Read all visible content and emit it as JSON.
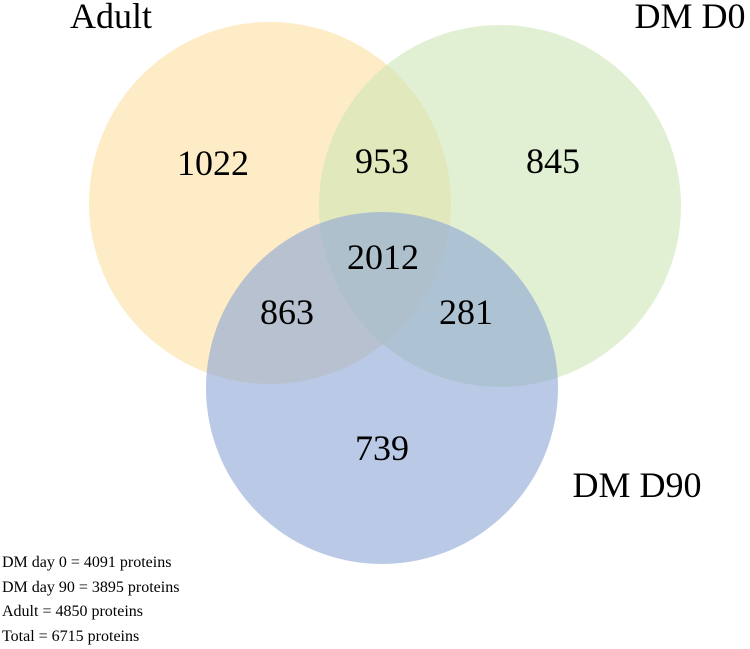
{
  "venn": {
    "sets": [
      {
        "key": "adult",
        "label": "Adult",
        "color": "#fbdf9e"
      },
      {
        "key": "dm_d0",
        "label": "DM D0",
        "color": "#cde6b6"
      },
      {
        "key": "dm_d90",
        "label": "DM D90",
        "color": "#8ba5d6"
      }
    ],
    "regions": {
      "adult_only": "1022",
      "adult_dm_d0": "953",
      "dm_d0_only": "845",
      "all_three": "2012",
      "adult_dm_d90": "863",
      "dm_d0_dm_d90": "281",
      "dm_d90_only": "739"
    }
  },
  "summary": [
    "DM day 0 = 4091 proteins",
    "DM day 90 = 3895 proteins",
    "Adult = 4850 proteins",
    "Total = 6715 proteins"
  ]
}
